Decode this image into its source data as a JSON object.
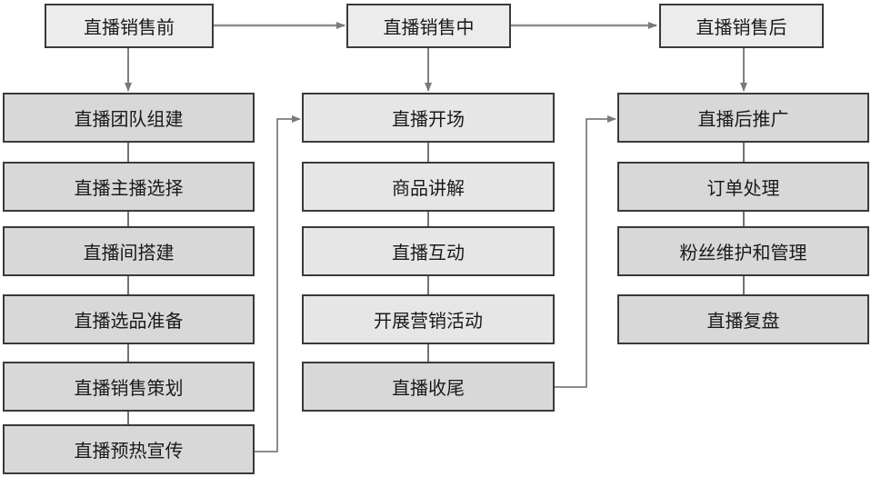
{
  "stages": [
    {
      "title": "直播销售前",
      "steps": [
        "直播团队组建",
        "直播主播选择",
        "直播间搭建",
        "直播选品准备",
        "直播销售策划",
        "直播预热宣传"
      ]
    },
    {
      "title": "直播销售中",
      "steps": [
        "直播开场",
        "商品讲解",
        "直播互动",
        "开展营销活动",
        "直播收尾"
      ]
    },
    {
      "title": "直播销售后",
      "steps": [
        "直播后推广",
        "订单处理",
        "粉丝维护和管理",
        "直播复盘"
      ]
    }
  ],
  "colors": {
    "border": "#3a3a3a",
    "head_fill": "#ececec",
    "step_fill": "#d8d8d8",
    "step_fill_light": "#e6e6e6",
    "arrow": "#8c8c8c",
    "connector": "#666666"
  }
}
